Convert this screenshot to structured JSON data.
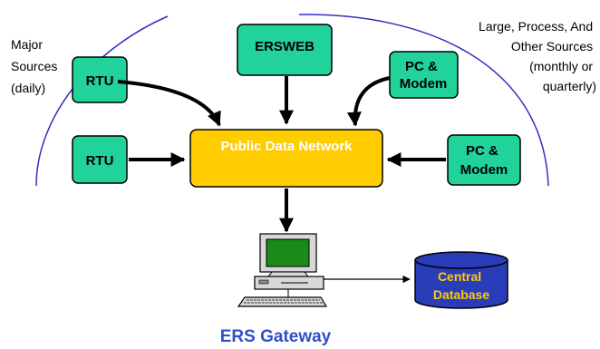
{
  "labels": {
    "major_line1": "Major",
    "major_line2": "Sources",
    "major_line3": "(daily)",
    "large_line1": "Large, Process, And",
    "large_line2": "Other Sources",
    "large_line3": "(monthly or",
    "large_line4": "quarterly)"
  },
  "nodes": {
    "rtu_top": "RTU",
    "rtu_left": "RTU",
    "ersweb": "ERSWEB",
    "pc_top_line1": "PC &",
    "pc_top_line2": "Modem",
    "pc_right_line1": "PC &",
    "pc_right_line2": "Modem",
    "network": "Public Data Network",
    "db_line1": "Central",
    "db_line2": "Database",
    "gateway": "ERS Gateway"
  },
  "colors": {
    "source_fill": "#21d39b",
    "network_fill": "#ffcc00",
    "db_fill": "#2a3db8",
    "db_text": "#ffcc00",
    "gateway_text": "#3050c8",
    "arc": "#3030c0",
    "monitor_screen": "#1a8a1a",
    "computer_body": "#d8d8d8"
  }
}
